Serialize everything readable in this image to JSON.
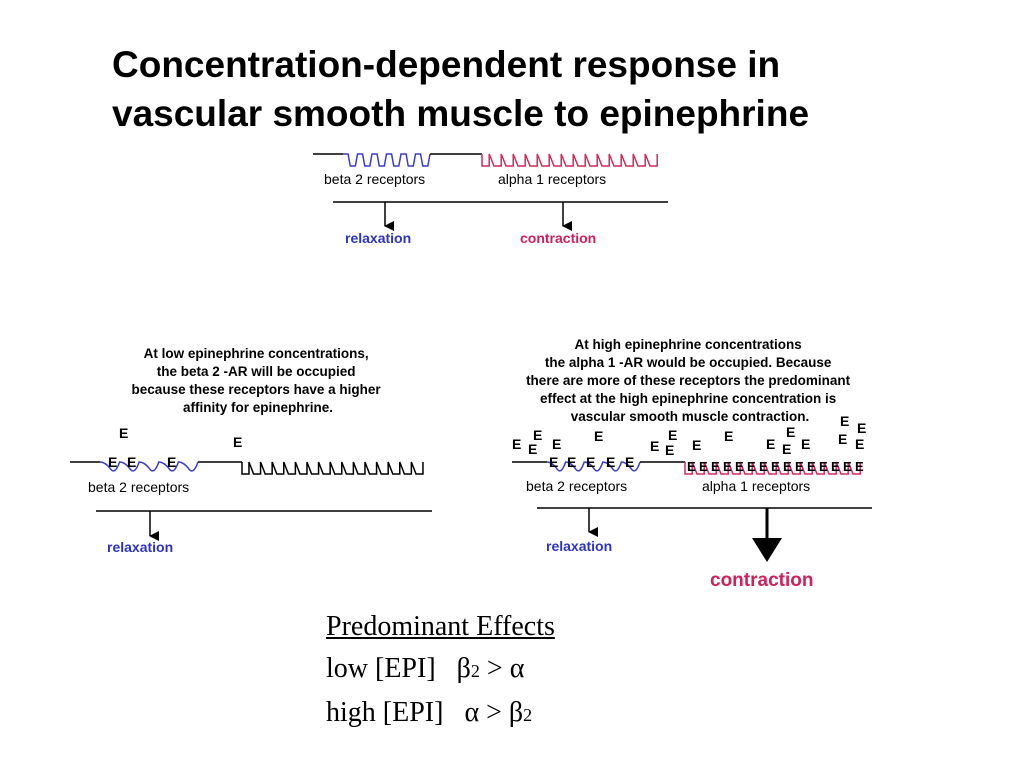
{
  "title": {
    "line1": "Concentration-dependent response in",
    "line2": "vascular smooth muscle to epinephrine"
  },
  "top_diagram": {
    "beta_label": "beta 2 receptors",
    "alpha_label": "alpha 1 receptors",
    "relaxation": "relaxation",
    "contraction": "contraction"
  },
  "low_panel": {
    "text": [
      "At low epinephrine concentrations,",
      "the beta 2 -AR will be occupied",
      "because these receptors have a higher",
      "affinity for epinephrine."
    ],
    "epi_symbol": "E",
    "beta_label": "beta 2 receptors",
    "relaxation": "relaxation"
  },
  "high_panel": {
    "text": [
      "At high epinephrine concentrations",
      "the alpha 1 -AR would be occupied.  Because",
      "there are more of these receptors the predominant",
      "effect at the high epinephrine concentration is",
      "vascular smooth muscle contraction."
    ],
    "epi_symbol": "E",
    "beta_label": "beta 2 receptors",
    "alpha_label": "alpha 1 receptors",
    "relaxation": "relaxation",
    "contraction": "contraction"
  },
  "effects": {
    "heading": "Predominant Effects",
    "low_label": "low [EPI]",
    "low_beta": "β",
    "low_beta_sub": "2",
    "low_rest": " > α",
    "high_label": "high [EPI]",
    "high_alpha": "α > β",
    "high_sub": "2"
  },
  "colors": {
    "beta": "#3b3bd6",
    "alpha": "#d42a5a",
    "relaxation": "#2b34c6",
    "contraction": "#d0215a"
  }
}
